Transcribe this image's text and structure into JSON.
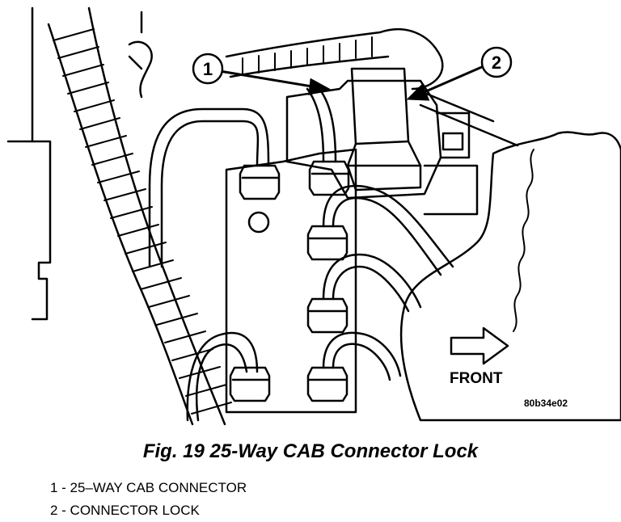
{
  "figure": {
    "callouts": [
      {
        "number": "1"
      },
      {
        "number": "2"
      }
    ],
    "direction_label": "FRONT",
    "reference_code": "80b34e02"
  },
  "caption": "Fig. 19 25-Way CAB Connector Lock",
  "legend": [
    {
      "text": "1 - 25–WAY CAB CONNECTOR"
    },
    {
      "text": "2 - CONNECTOR LOCK"
    }
  ]
}
